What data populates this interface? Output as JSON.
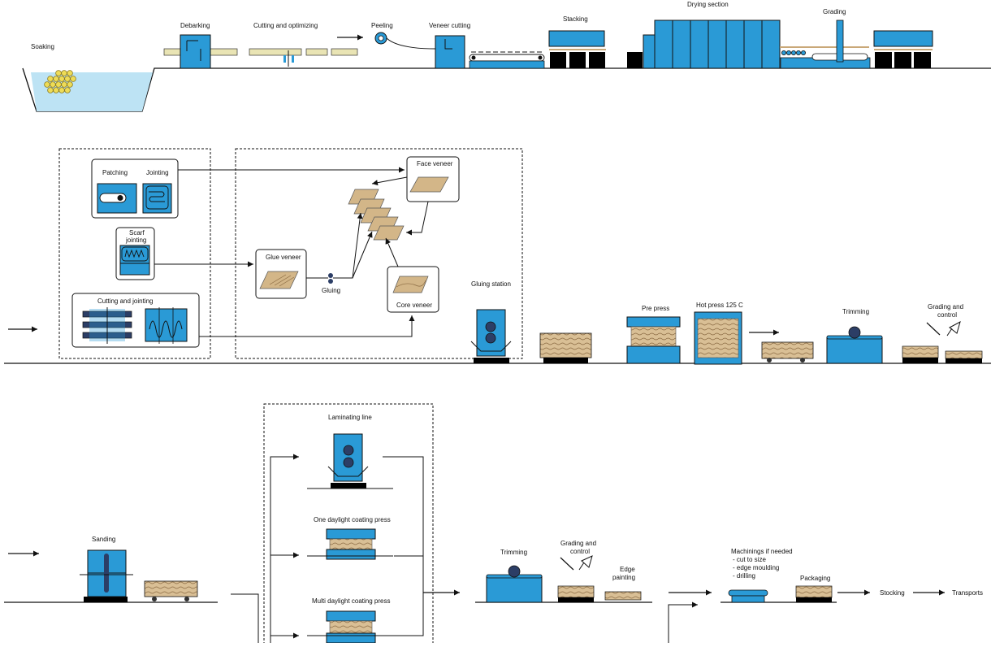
{
  "colors": {
    "machine_blue": "#2a9ad6",
    "conveyor_yellow": "#e9e4b4",
    "veneer_tan": "#d3b688",
    "soak_water": "#bde3f4",
    "log_yellow": "#eedc57",
    "line": "#111111"
  },
  "row1": {
    "soaking": "Soaking",
    "debarking": "Debarking",
    "cutting_optimizing": "Cutting and optimizing",
    "peeling": "Peeling",
    "veneer_cutting": "Veneer cutting",
    "stacking": "Stacking",
    "drying": "Drying section",
    "grading": "Grading"
  },
  "row2": {
    "patching": "Patching",
    "jointing": "Jointing",
    "scarf_jointing_1": "Scarf",
    "scarf_jointing_2": "jointing",
    "cutting_jointing": "Cutting and jointing",
    "face_veneer": "Face veneer",
    "glue_veneer": "Glue veneer",
    "gluing": "Gluing",
    "core_veneer": "Core veneer",
    "gluing_station": "Gluing station",
    "pre_press": "Pre press",
    "hot_press": "Hot press 125 C",
    "trimming": "Trimming",
    "grading_control_1": "Grading and",
    "grading_control_2": "control"
  },
  "row3": {
    "sanding": "Sanding",
    "laminating_line": "Laminating line",
    "one_daylight": "One daylight coating press",
    "multi_daylight": "Multi daylight coating press",
    "trimming": "Trimming",
    "grading_control_1": "Grading and",
    "grading_control_2": "control",
    "edge_painting_1": "Edge",
    "edge_painting_2": "painting",
    "machinings_title": "Machinings if needed",
    "machinings_item_1": "- cut to size",
    "machinings_item_2": "- edge moulding",
    "machinings_item_3": "- drilling",
    "packaging": "Packaging",
    "stocking": "Stocking",
    "transports": "Transports"
  }
}
